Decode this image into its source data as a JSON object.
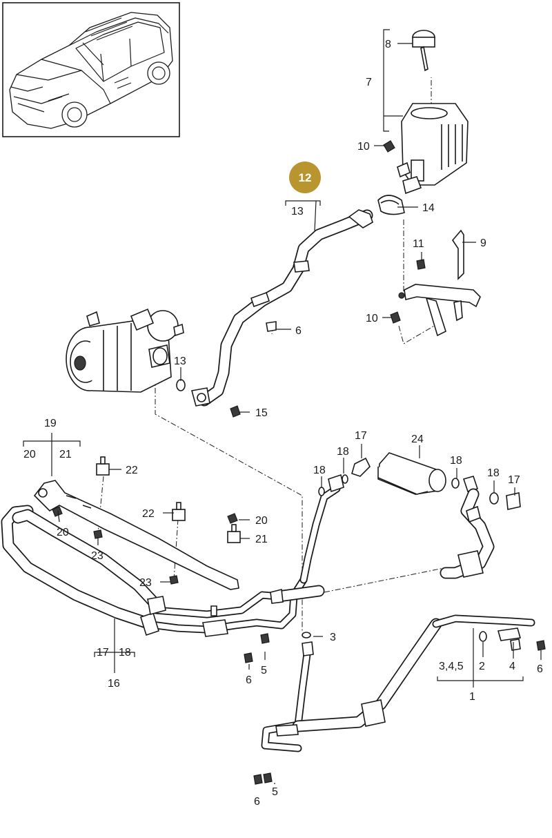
{
  "highlight": {
    "label": "12",
    "color": "#b8952e"
  },
  "callouts": {
    "c8": "8",
    "c7": "7",
    "c10a": "10",
    "c13a": "13",
    "c14": "14",
    "c11": "11",
    "c9": "9",
    "c6a": "6",
    "c10b": "10",
    "c13b": "13",
    "c15": "15",
    "c19": "19",
    "c20a": "20",
    "c21a": "21",
    "c22a": "22",
    "c20b": "20",
    "c23a": "23",
    "c22b": "22",
    "c20c": "20",
    "c21b": "21",
    "c23b": "23",
    "c17a": "17",
    "c18a": "18",
    "c18b": "18",
    "c24": "24",
    "c18c": "18",
    "c18d": "18",
    "c17b": "17",
    "c3": "3",
    "c17c": "17",
    "c18e": "18",
    "c16": "16",
    "c5a": "5",
    "c6b": "6",
    "c345": "3,4,5",
    "c2": "2",
    "c4": "4",
    "c6c": "6",
    "c1": "1",
    "c5b": "5",
    "c6d": "6"
  }
}
